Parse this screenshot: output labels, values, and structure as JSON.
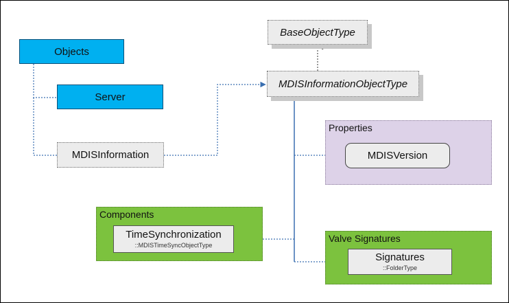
{
  "nodes": {
    "objects": "Objects",
    "server": "Server",
    "mdis_information": "MDISInformation",
    "base_object_type": "BaseObjectType",
    "mdis_information_object_type": "MDISInformationObjectType",
    "mdis_version": "MDISVersion",
    "time_synchronization": {
      "name": "TimeSynchronization",
      "type": "::MDISTimeSyncObjectType"
    },
    "signatures": {
      "name": "Signatures",
      "type": "::FolderType"
    }
  },
  "groups": {
    "properties": "Properties",
    "components": "Components",
    "valve_signatures": "Valve Signatures"
  },
  "colors": {
    "object_fill": "#00b0f0",
    "properties_fill": "#ddd2e8",
    "group_green": "#7cc23e",
    "connector_blue": "#3a6fb0"
  }
}
